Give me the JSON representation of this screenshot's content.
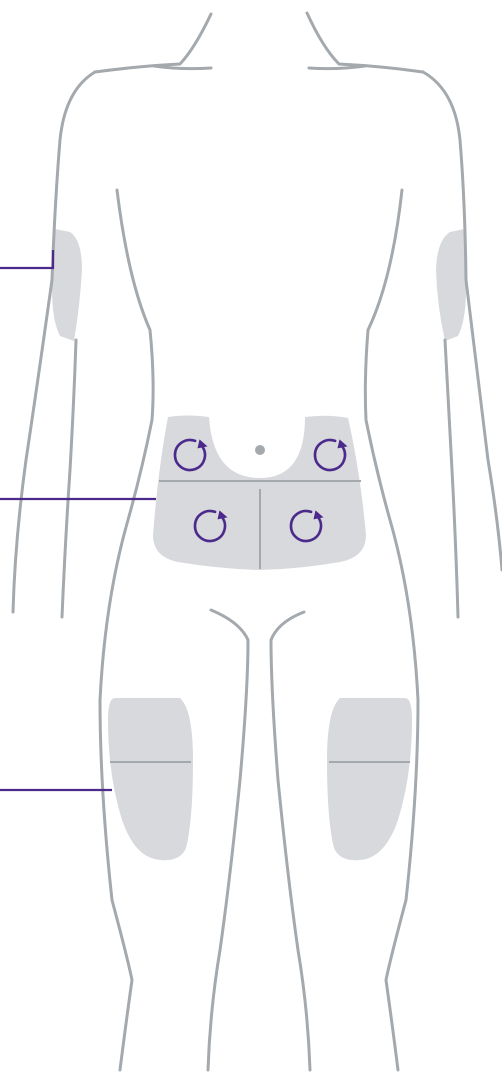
{
  "figure": {
    "description_free": true,
    "colors": {
      "outline": "#a4a9ae",
      "zone": "#d7d9dc",
      "zone_divider": "#a4a9ae",
      "accent": "#4b2a8c",
      "navel": "#a4a9ae"
    },
    "zones": [
      {
        "id": "upper-arm",
        "sides": [
          "left",
          "right"
        ]
      },
      {
        "id": "abdomen",
        "sections": 4,
        "rotation_markers": 4
      },
      {
        "id": "thigh",
        "sides": [
          "left",
          "right"
        ],
        "sections": 2
      }
    ],
    "leader_lines": [
      {
        "points_to": "upper-arm"
      },
      {
        "points_to": "abdomen"
      },
      {
        "points_to": "thigh"
      }
    ],
    "icons": [
      "rotation-arrow-icon",
      "navel-dot"
    ]
  }
}
